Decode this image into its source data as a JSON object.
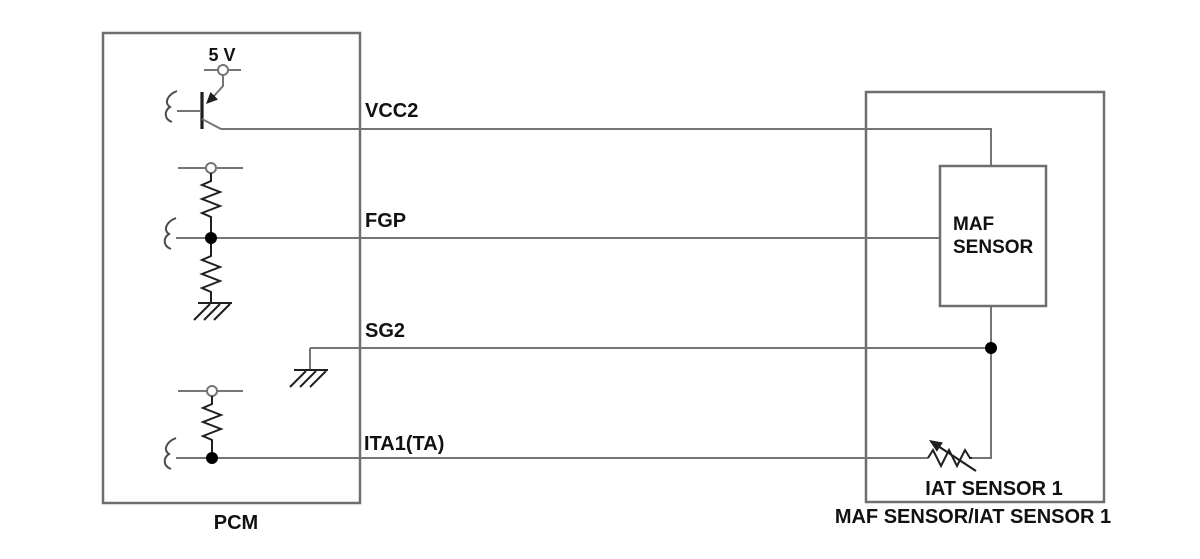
{
  "diagram_type": "automotive-wiring-schematic",
  "pcm": {
    "label": "PCM",
    "supply_label": "5 V"
  },
  "signals": {
    "vcc2": "VCC2",
    "fgp": "FGP",
    "sg2": "SG2",
    "ita1": "ITA1(TA)"
  },
  "sensor_module": {
    "label": "MAF SENSOR/IAT SENSOR 1",
    "maf_line1": "MAF",
    "maf_line2": "SENSOR",
    "iat_label": "IAT SENSOR 1"
  },
  "colors": {
    "background": "#ffffff",
    "wire": "#757575",
    "box_border": "#6e6e6e",
    "component": "#1f1f1f",
    "hook": "#4a4a4a",
    "text": "#111111"
  }
}
